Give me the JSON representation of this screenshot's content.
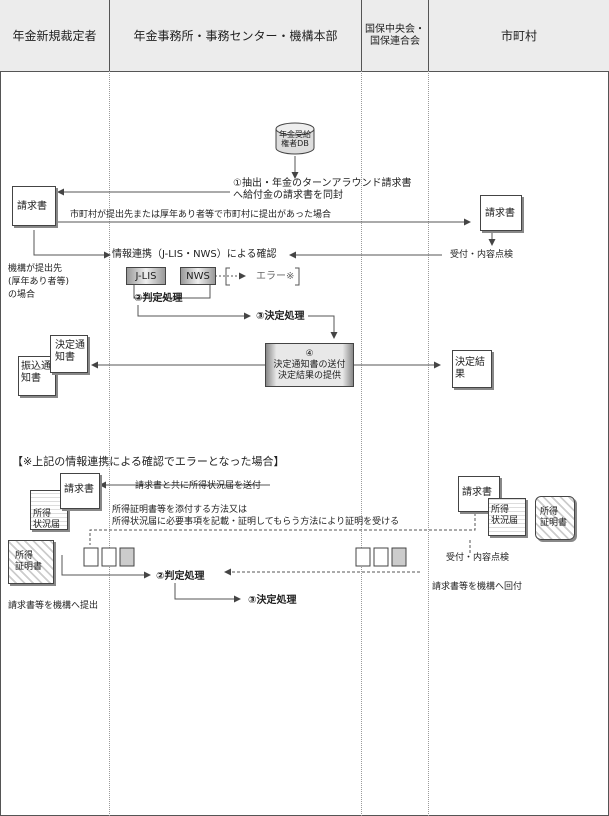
{
  "header": {
    "col1": "年金新規裁定者",
    "col2": "年金事務所・事務センター・機構本部",
    "col3_line1": "国保中央会・",
    "col3_line2": "国保連合会",
    "col4": "市町村"
  },
  "db": {
    "line1": "年金受給",
    "line2": "権者DB"
  },
  "step1": {
    "line1": "①抽出・年金のターンアラウンド請求書",
    "line2": "へ給付金の請求書を同封"
  },
  "claim_doc": "請求書",
  "city_submit_note": "市町村が提出先または厚年あり者等で市町村に提出があった場合",
  "city_claim_doc": "請求書",
  "reception": "受付・内容点検",
  "kikou_note": {
    "line1": "機構が提出先",
    "line2": "(厚年あり者等)",
    "line3": "の場合"
  },
  "info_link": "情報連携（J-LIS・NWS）による確認",
  "jlis": "J-LIS",
  "nws": "NWS",
  "error": "エラー※",
  "judge": "②判定処理",
  "decide": "③決定処理",
  "step4": {
    "num": "④",
    "line1": "決定通知書の送付",
    "line2": "決定結果の提供"
  },
  "notice_doc": {
    "line1": "決定通",
    "line2": "知書"
  },
  "transfer_doc": {
    "line1": "振込通",
    "line2": "知書"
  },
  "result_doc": "決定結果",
  "error_section": "【※上記の情報連携による確認でエラーとなった場合】",
  "attach_note": "請求書と共に所得状況届を送付",
  "income_status_doc": {
    "line1": "所得",
    "line2": "状況届"
  },
  "income_cert_doc": {
    "line1": "所得",
    "line2": "証明書"
  },
  "method_note": {
    "line1": "所得証明書等を添付する方法又は",
    "line2": "所得状況届に必要事項を記載・証明してもらう方法により証明を受ける"
  },
  "reception2": "受付・内容点検",
  "forward_note": "請求書等を機構へ回付",
  "judge2": "②判定処理",
  "decide2": "③決定処理",
  "submit_note": "請求書等を機構へ提出"
}
